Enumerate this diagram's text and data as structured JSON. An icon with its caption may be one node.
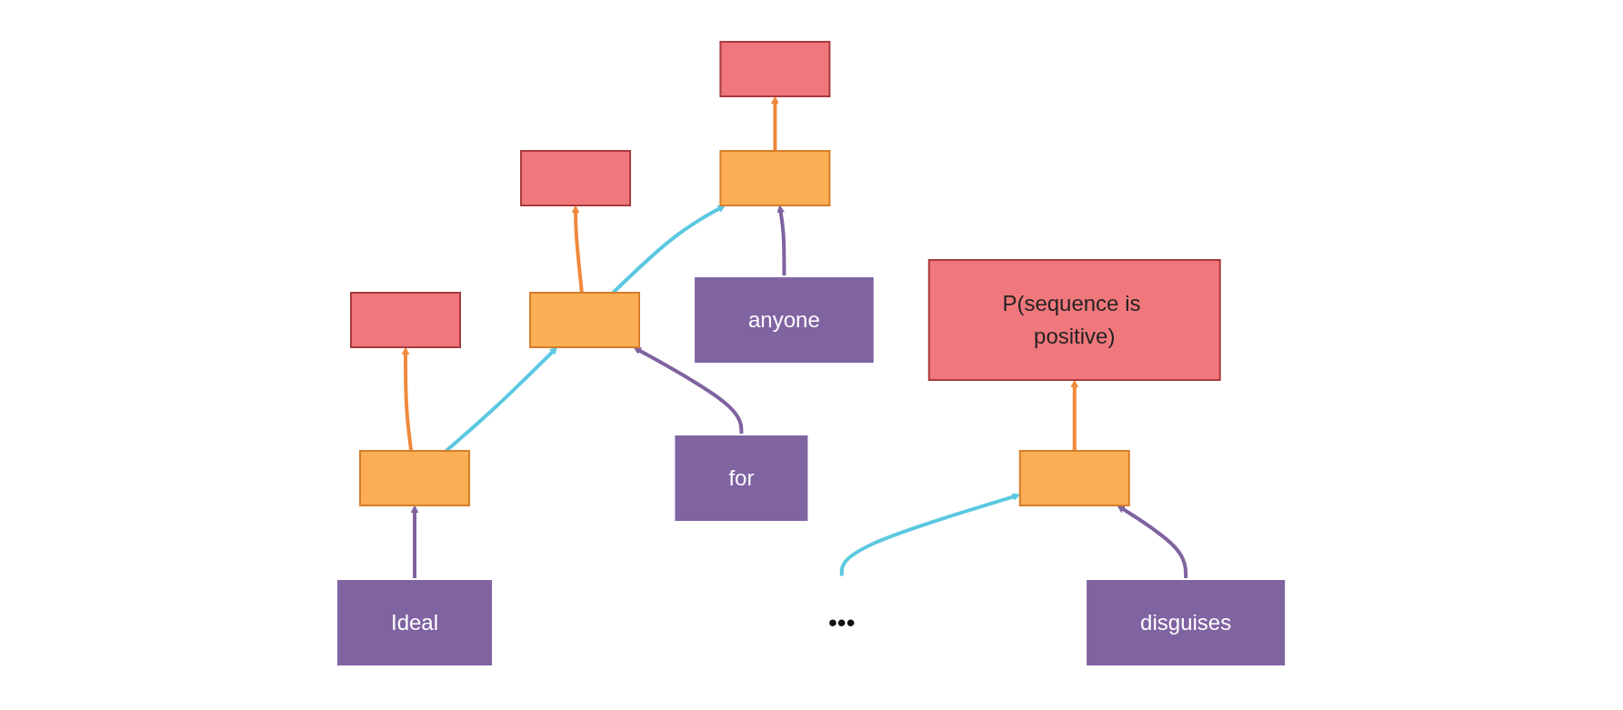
{
  "diagram": {
    "nodes": [
      {
        "text": [],
        "shape": "box"
      },
      {
        "text": [],
        "shape": "box"
      },
      {
        "text": [
          "Ideal"
        ]
      },
      {
        "text": [],
        "shape": "box"
      },
      {
        "text": [],
        "shape": "box"
      },
      {
        "text": [
          "for"
        ]
      },
      {
        "text": [],
        "shape": "box"
      },
      {
        "text": [],
        "shape": "box"
      },
      {
        "text": [
          "anyone"
        ]
      },
      {
        "text": [
          "•••"
        ]
      },
      {
        "text": [
          "P(sequence is positive)"
        ]
      },
      {
        "text": [],
        "shape": "box"
      },
      {
        "text": [
          "disguises"
        ]
      }
    ],
    "edges": [
      {
        "from": 2,
        "to": 1,
        "arrow": "to",
        "color": "#7f63a0"
      },
      {
        "from": 1,
        "to": 0,
        "arrow": "to",
        "color": "#f08a3c"
      },
      {
        "from": 1,
        "to": 4,
        "arrow": "to",
        "color": "#5bc8e0"
      },
      {
        "from": 5,
        "to": 4,
        "arrow": "to",
        "color": "#7f63a0"
      },
      {
        "from": 4,
        "to": 3,
        "arrow": "to",
        "color": "#f08a3c"
      },
      {
        "from": 4,
        "to": 7,
        "arrow": "to",
        "color": "#5bc8e0"
      },
      {
        "from": 8,
        "to": 7,
        "arrow": "to",
        "color": "#7f63a0"
      },
      {
        "from": 7,
        "to": 6,
        "arrow": "to",
        "color": "#f08a3c"
      },
      {
        "from": 9,
        "to": 11,
        "arrow": "to",
        "color": "#5bc8e0"
      },
      {
        "from": 12,
        "to": 11,
        "arrow": "to",
        "color": "#7f63a0"
      },
      {
        "from": 11,
        "to": 10,
        "arrow": "to",
        "color": "#f08a3c"
      }
    ]
  }
}
